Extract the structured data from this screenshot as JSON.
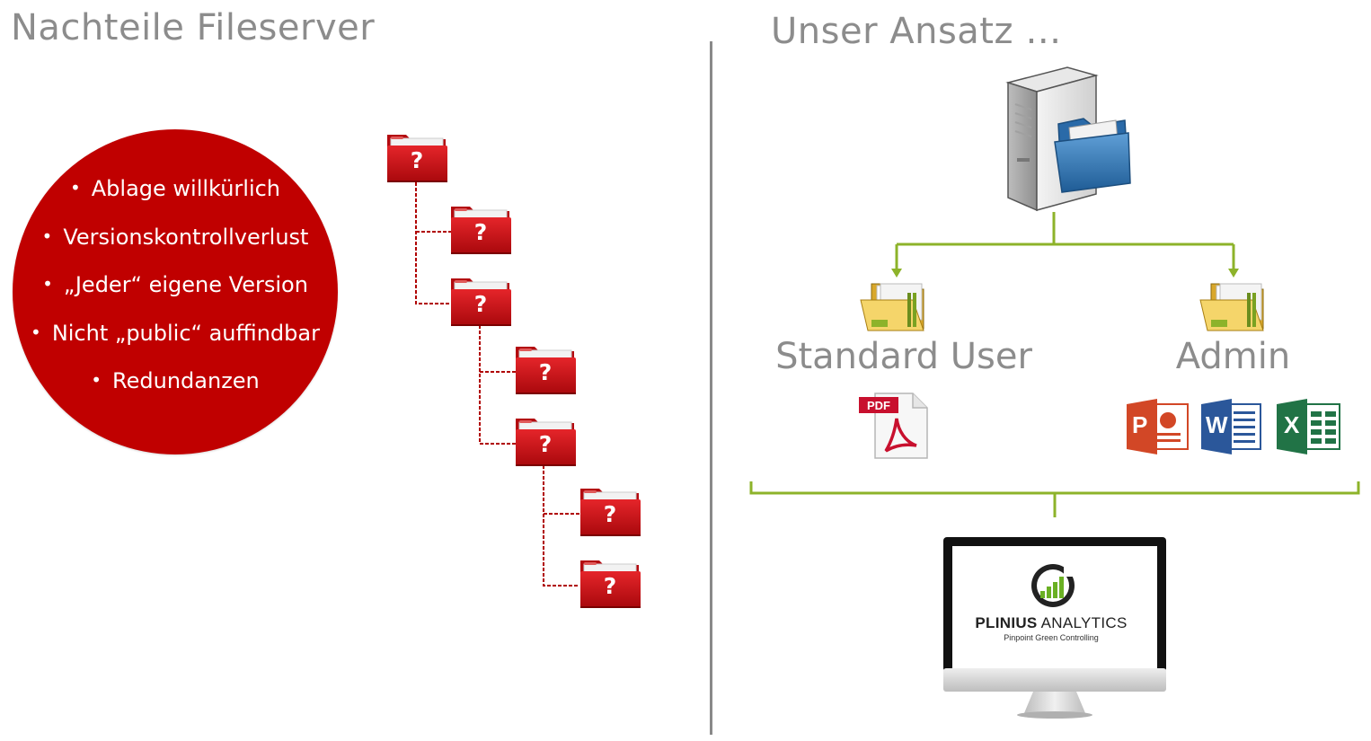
{
  "left": {
    "title": "Nachteile Fileserver",
    "bullets": [
      "Ablage willkürlich",
      "Versionskontrollverlust",
      "„Jeder“ eigene Version",
      "Nicht „public“ auffindbar",
      "Redundanzen"
    ],
    "folder_mark": "?"
  },
  "right": {
    "title": "Unser Ansatz …",
    "standard_user_label": "Standard User",
    "admin_label": "Admin",
    "pdf_label": "PDF",
    "office_letters": {
      "powerpoint": "P",
      "word": "W",
      "excel": "X"
    },
    "brand": {
      "name_bold": "PLINIUS",
      "name_light": "ANALYTICS",
      "tagline": "Pinpoint Green Controlling"
    }
  },
  "colors": {
    "accent_red": "#c00000",
    "connector_green": "#8db32a",
    "heading_gray": "#8c8c8c"
  },
  "icons": [
    "folder-icon",
    "server-icon",
    "pdf-icon",
    "powerpoint-icon",
    "word-icon",
    "excel-icon",
    "monitor-icon",
    "plinius-logo"
  ]
}
